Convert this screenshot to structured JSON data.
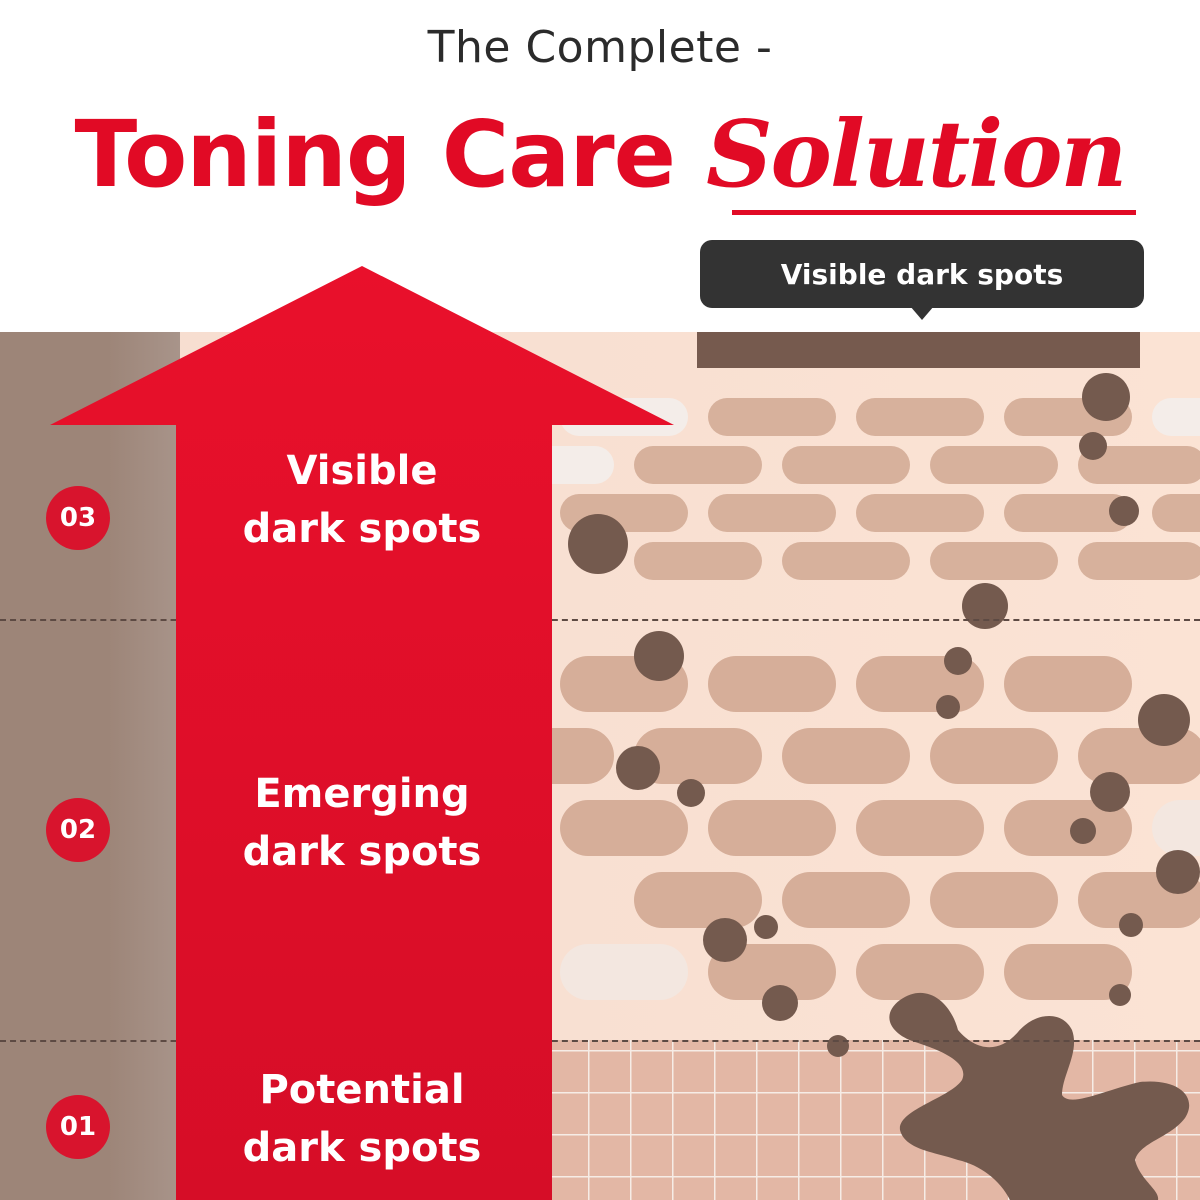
{
  "header": {
    "subtitle": "The Complete -",
    "title_main": "Toning Care",
    "title_accent": "Solution"
  },
  "callout": {
    "text": "Visible dark spots"
  },
  "stages": [
    {
      "number": "03",
      "line1": "Visible",
      "line2": "dark spots"
    },
    {
      "number": "02",
      "line1": "Emerging",
      "line2": "dark spots"
    },
    {
      "number": "01",
      "line1": "Potential",
      "line2": "dark spots"
    }
  ],
  "colors": {
    "accent_red": "#e10a25",
    "spot_brown": "#745a4e",
    "cell_tan": "#d4ad98",
    "tooltip_dark": "#333333"
  }
}
